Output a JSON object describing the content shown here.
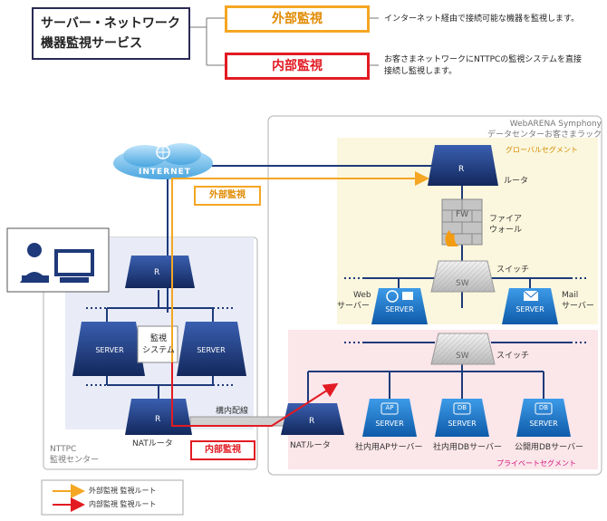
{
  "title": {
    "line1": "サーバー・ネットワーク",
    "line2": "機器監視サービス"
  },
  "monitor_types": {
    "external": {
      "label": "外部監視",
      "desc": "インターネット経由で接続可能な機器を監視します。"
    },
    "internal": {
      "label": "内部監視",
      "desc_line1": "お客さまネットワークにNTTPCの監視システムを直接",
      "desc_line2": "接続し監視します。"
    }
  },
  "datacenter": {
    "title": "WebARENA Symphony",
    "subtitle": "データセンターお客さまラック"
  },
  "segments": {
    "global": "グローバルセグメント",
    "private": "プライベートセグメント"
  },
  "nodes": {
    "internet": "INTERNET",
    "router": "ルータ",
    "router_letter": "R",
    "fw_letter": "FW",
    "firewall_line1": "ファイア",
    "firewall_line2": "ウォール",
    "sw_letter": "SW",
    "switch": "スイッチ",
    "server": "SERVER",
    "web_line1": "Web",
    "web_line2": "サーバー",
    "mail_line1": "Mail",
    "mail_line2": "サーバー",
    "ap_badge": "AP",
    "db_badge": "DB",
    "internal_ap": "社内用APサーバー",
    "internal_db": "社内用DBサーバー",
    "public_db": "公開用DBサーバー",
    "nat_router": "NATルータ",
    "monitor_sys_line1": "監視",
    "monitor_sys_line2": "システム",
    "lan": "構内配線"
  },
  "nttpc": {
    "line1": "NTTPC",
    "line2": "監視センター"
  },
  "legend": {
    "external_route": "外部監視 監視ルート",
    "internal_route": "内部監視 監視ルート"
  },
  "colors": {
    "external": "#f5a623",
    "internal": "#e21b23",
    "navy": "#1f3a7a",
    "blue": "#1c6dc4"
  }
}
